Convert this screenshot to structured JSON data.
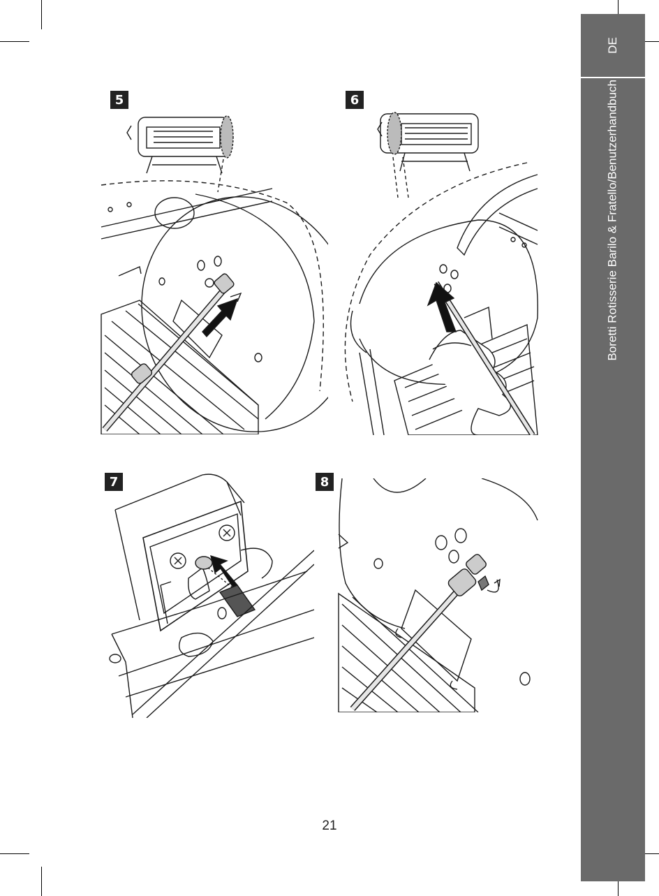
{
  "sidebar": {
    "language": "DE",
    "title": "Boretti Rotisserie Barilo & Fratello/Benutzerhandbuch"
  },
  "steps": [
    {
      "number": "5"
    },
    {
      "number": "6"
    },
    {
      "number": "7"
    },
    {
      "number": "8"
    }
  ],
  "page_number": "21",
  "colors": {
    "sidebar": "#6a6a6a",
    "badge": "#222222",
    "line": "#1a1a1a"
  }
}
